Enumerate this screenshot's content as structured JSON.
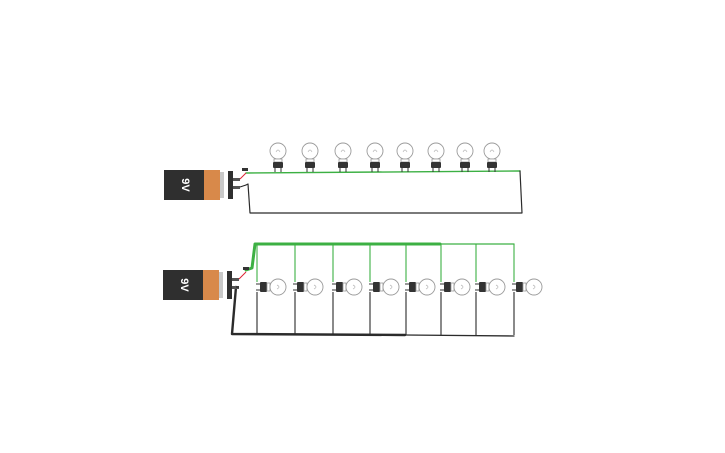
{
  "colors": {
    "wire_green": "#3cb043",
    "wire_dark": "#2b2b2b",
    "battery_body": "#2f2f2f",
    "battery_band": "#d8894a",
    "bulb_outline": "#9a9a9a",
    "bulb_base": "#333333"
  },
  "circuits": [
    {
      "name": "series-circuit",
      "battery_label": "9V",
      "bulb_count": 8
    },
    {
      "name": "parallel-circuit",
      "battery_label": "9V",
      "bulb_count": 8
    }
  ]
}
